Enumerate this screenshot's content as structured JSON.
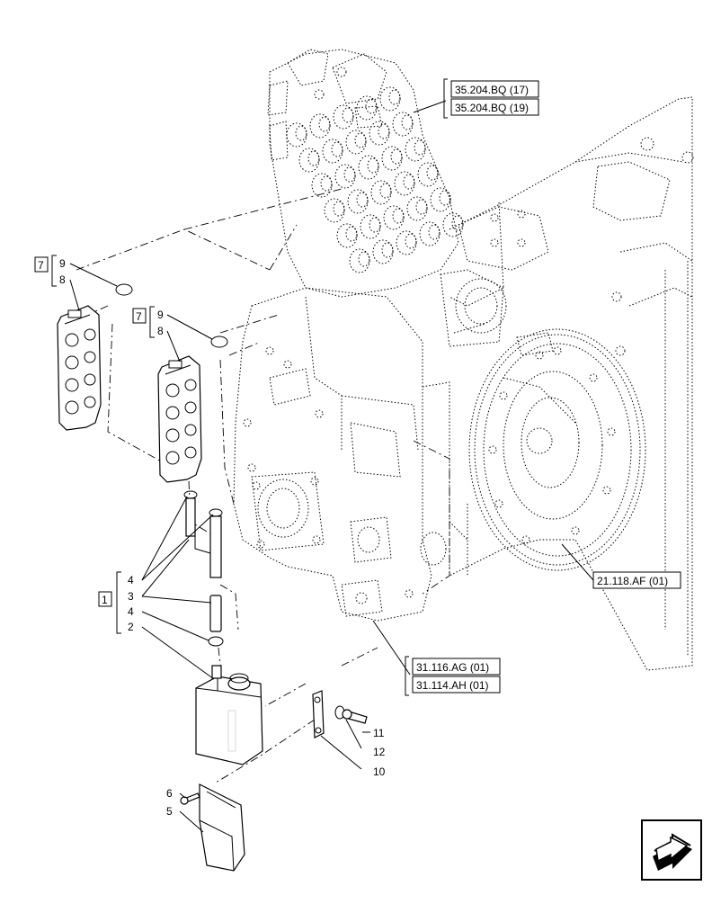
{
  "references": {
    "r1": "35.204.BQ (17)",
    "r2": "35.204.BQ (19)",
    "r3": "21.118.AF (01)",
    "r4": "31.116.AG (01)",
    "r5": "31.114.AH (01)"
  },
  "callouts": {
    "c7a": "7",
    "c9a": "9",
    "c8a": "8",
    "c7b": "7",
    "c9b": "9",
    "c8b": "8",
    "c1": "1",
    "c4a": "4",
    "c3": "3",
    "c4b": "4",
    "c2": "2",
    "c11": "11",
    "c12": "12",
    "c10": "10",
    "c6": "6",
    "c5": "5"
  },
  "icons": {
    "nav": "next-page-arrow-icon"
  }
}
